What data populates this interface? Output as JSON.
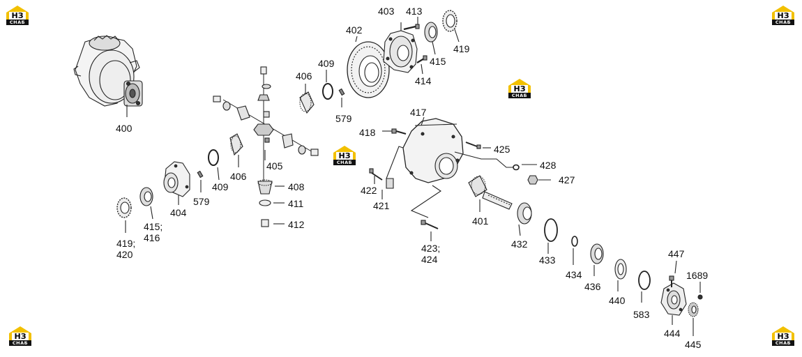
{
  "logo": {
    "mark": "НЗ",
    "caption": "СНАБ",
    "color": "#f2c000"
  },
  "labels": {
    "p400": "400",
    "p402": "402",
    "p403": "403",
    "p413": "413",
    "p419_top": "419",
    "p415_top": "415",
    "p414": "414",
    "p409_top": "409",
    "p406_top": "406",
    "p579_top": "579",
    "p417": "417",
    "p418": "418",
    "p425": "425",
    "p428": "428",
    "p427": "427",
    "p405": "405",
    "p406_low": "406",
    "p409_low": "409",
    "p579_low": "579",
    "p404": "404",
    "p415_416_a": "415;",
    "p415_416_b": "416",
    "p419_420_a": "419;",
    "p419_420_b": "420",
    "p408": "408",
    "p411": "411",
    "p412": "412",
    "p422": "422",
    "p421": "421",
    "p401": "401",
    "p423_424_a": "423;",
    "p423_424_b": "424",
    "p432": "432",
    "p433": "433",
    "p434": "434",
    "p436": "436",
    "p440": "440",
    "p583": "583",
    "p444": "444",
    "p445": "445",
    "p447": "447",
    "p1689": "1689"
  }
}
